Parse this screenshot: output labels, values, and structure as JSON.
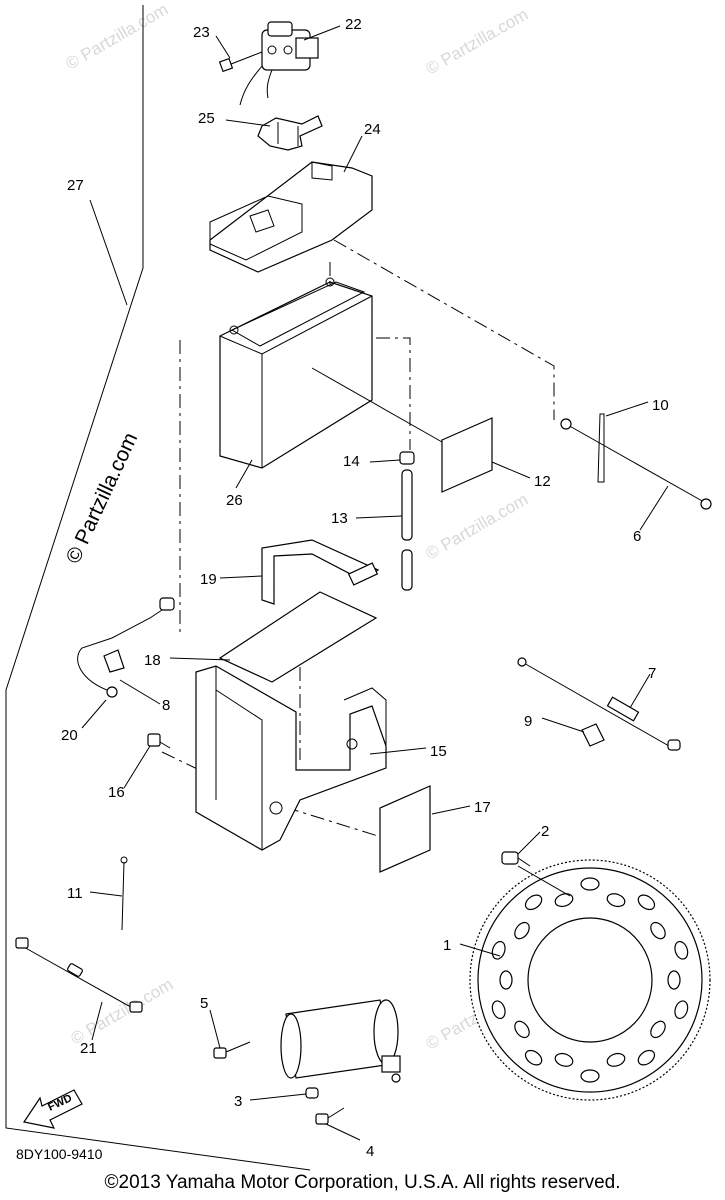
{
  "callouts": {
    "p1": "1",
    "p2": "2",
    "p3": "3",
    "p4": "4",
    "p5": "5",
    "p6": "6",
    "p7": "7",
    "p8": "8",
    "p9": "9",
    "p10": "10",
    "p11": "11",
    "p12": "12",
    "p13": "13",
    "p14": "14",
    "p15": "15",
    "p16": "16",
    "p17": "17",
    "p18": "18",
    "p19": "19",
    "p20": "20",
    "p21": "21",
    "p22": "22",
    "p23": "23",
    "p24": "24",
    "p25": "25",
    "p26": "26",
    "p27": "27"
  },
  "fwd_label": "FWD",
  "diagram_code": "8DY100-9410",
  "copyright": "©2013 Yamaha Motor Corporation, U.S.A. All rights reserved.",
  "watermarks": {
    "main": "© Partzilla.com",
    "faint": "© Partzilla.com"
  }
}
